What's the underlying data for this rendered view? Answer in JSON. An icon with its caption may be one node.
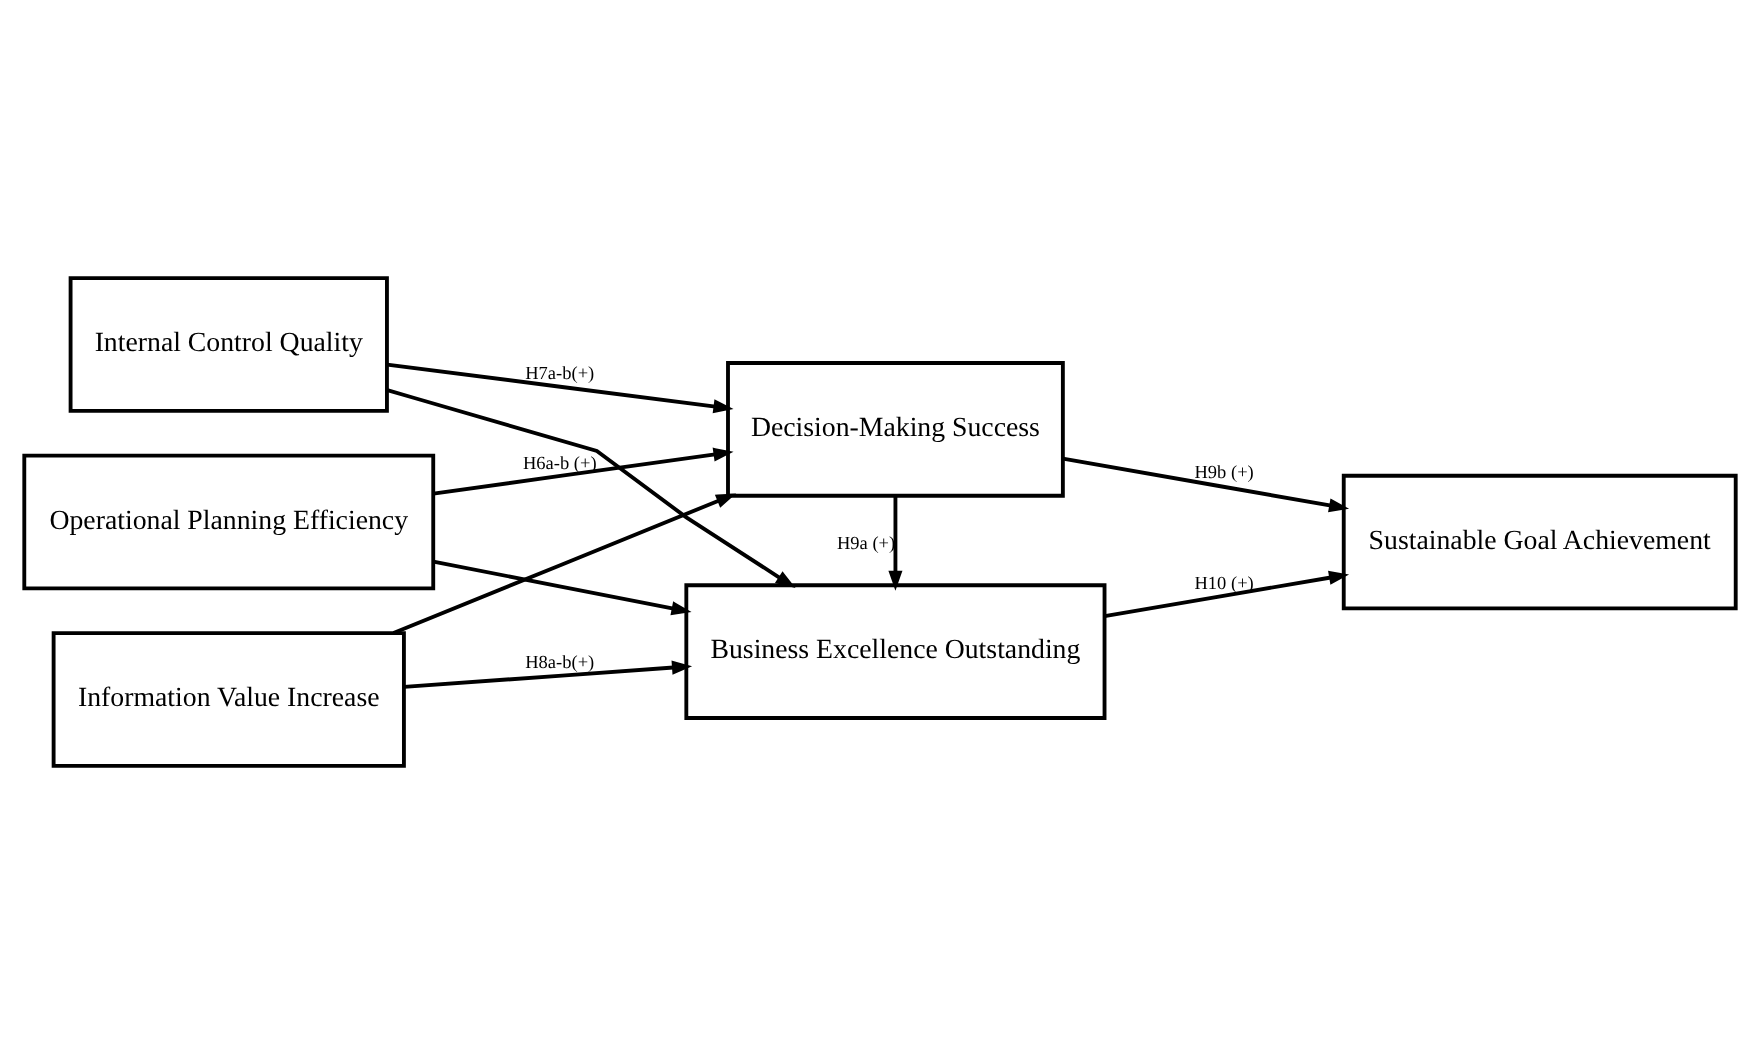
{
  "diagram": {
    "nodes": [
      {
        "text": [
          "Operational Planning Efficiency"
        ]
      },
      {
        "text": [
          "Internal Control Quality"
        ]
      },
      {
        "text": [
          "Information Value Increase"
        ]
      },
      {
        "text": [
          "Decision-Making Success"
        ]
      },
      {
        "text": [
          "Business Excellence Outstanding"
        ]
      },
      {
        "text": [
          "Sustainable Goal Achievement"
        ]
      }
    ],
    "edges": [
      {
        "from": 0,
        "to": 3,
        "arrow": "to",
        "label": "H6a-b (+)"
      },
      {
        "from": 0,
        "to": 4,
        "arrow": "to"
      },
      {
        "from": 1,
        "to": 3,
        "arrow": "to",
        "label": "H7a-b(+)"
      },
      {
        "from": 1,
        "to": 4,
        "arrow": "to"
      },
      {
        "from": 2,
        "to": 3,
        "arrow": "to"
      },
      {
        "from": 2,
        "to": 4,
        "arrow": "to",
        "label": "H8a-b(+)"
      },
      {
        "from": 3,
        "to": 4,
        "arrow": "to",
        "label": "H9a (+)"
      },
      {
        "from": 3,
        "to": 5,
        "arrow": "to",
        "label": "H9b (+)"
      },
      {
        "from": 4,
        "to": 5,
        "arrow": "to",
        "label": "H10 (+)"
      }
    ]
  }
}
